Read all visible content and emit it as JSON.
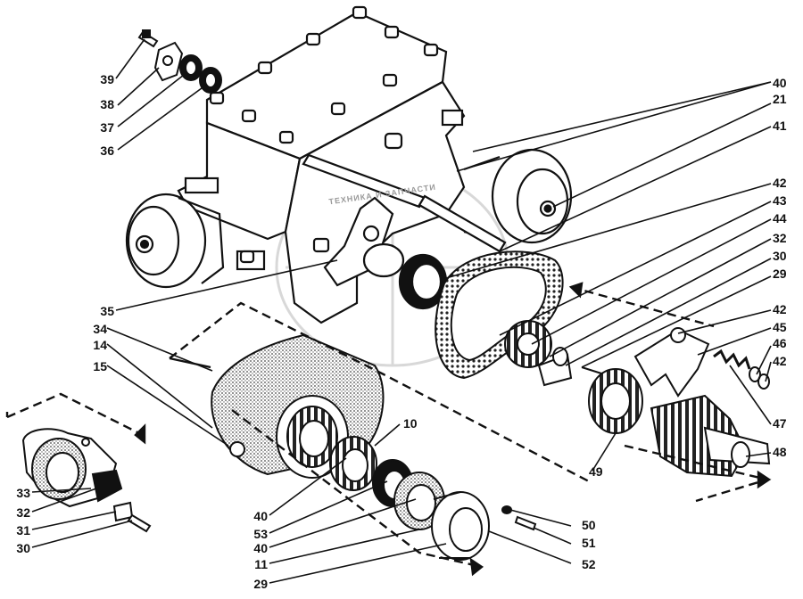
{
  "diagram": {
    "watermark_text": "ТЕХНИКА И ЗАПЧАСТИ",
    "callouts": {
      "left": [
        "39",
        "38",
        "37",
        "36",
        "35",
        "34",
        "14",
        "15",
        "33",
        "32",
        "31",
        "30"
      ],
      "right": [
        "40",
        "21",
        "41",
        "42",
        "43",
        "44",
        "32",
        "30",
        "29",
        "42",
        "45",
        "46",
        "42",
        "47",
        "48"
      ],
      "bottom": [
        "10",
        "49",
        "40",
        "53",
        "40",
        "11",
        "29",
        "50",
        "51",
        "52"
      ]
    }
  },
  "colors": {
    "ink": "#111111",
    "paper": "#ffffff",
    "watermark": "#9a9a9a"
  }
}
